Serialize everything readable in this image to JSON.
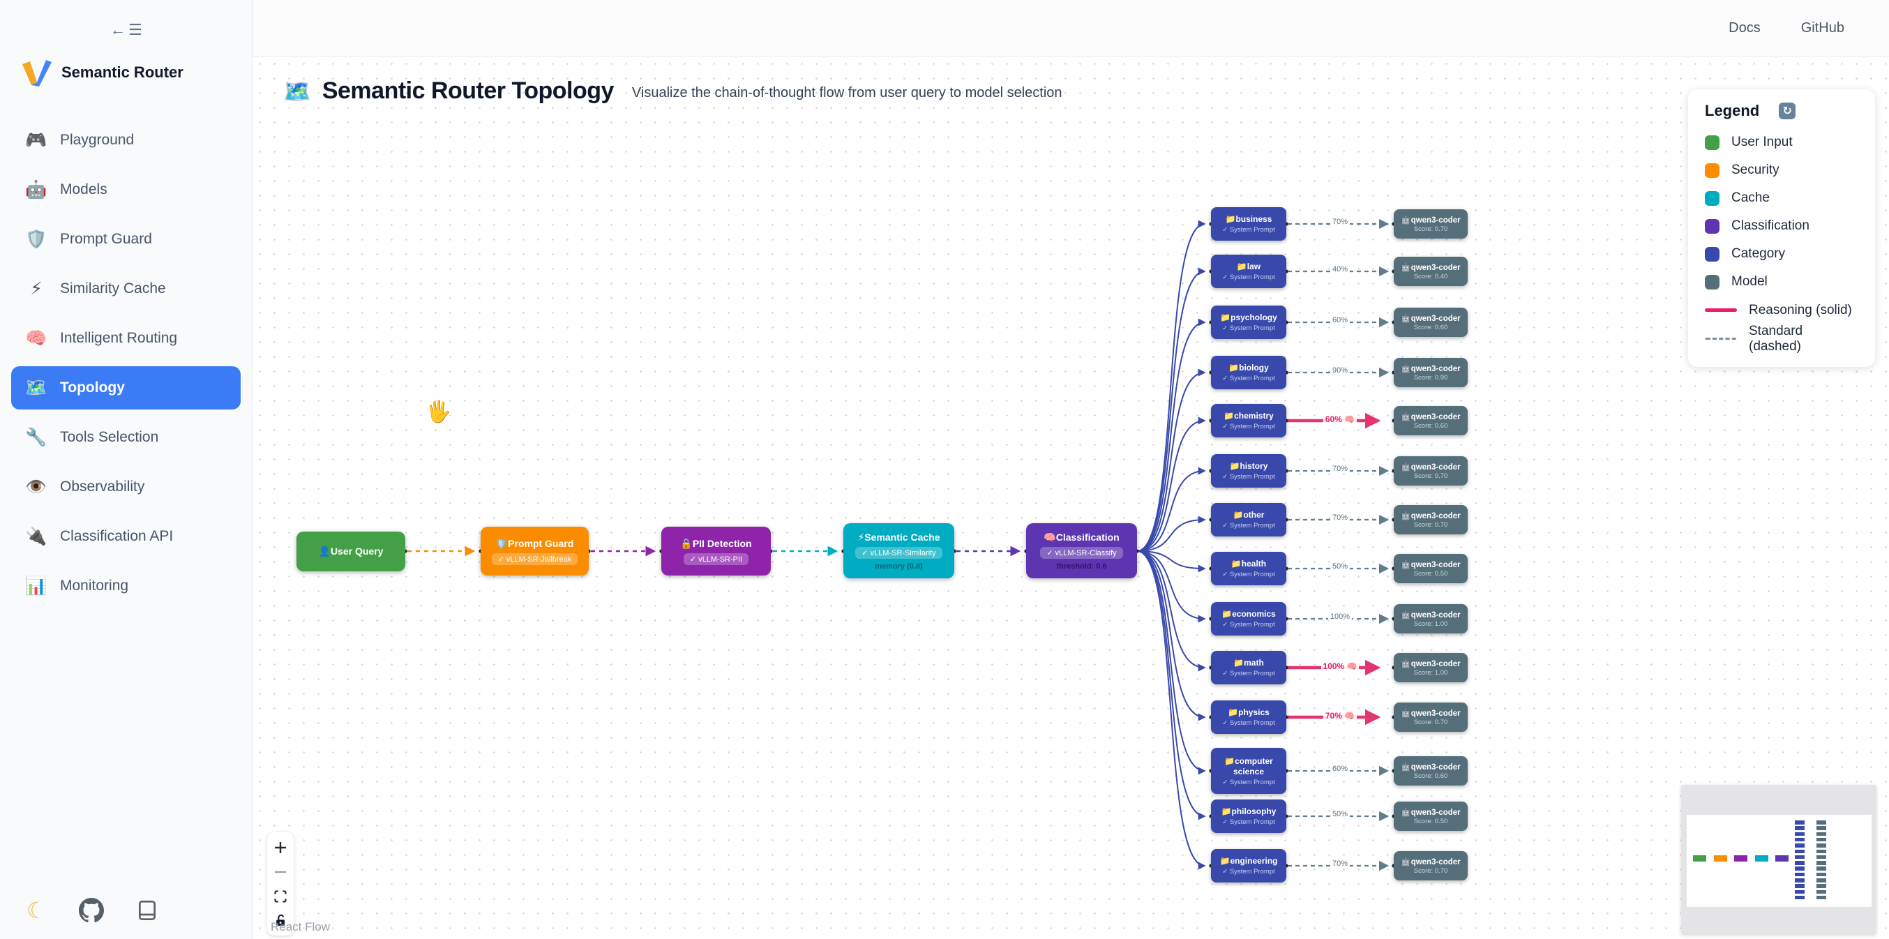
{
  "sidebar": {
    "logo_text": "Semantic Router",
    "items": [
      {
        "icon": "🎮",
        "label": "Playground",
        "active": false
      },
      {
        "icon": "🤖",
        "label": "Models",
        "active": false
      },
      {
        "icon": "🛡️",
        "label": "Prompt Guard",
        "active": false
      },
      {
        "icon": "⚡",
        "label": "Similarity Cache",
        "active": false
      },
      {
        "icon": "🧠",
        "label": "Intelligent Routing",
        "active": false
      },
      {
        "icon": "🗺️",
        "label": "Topology",
        "active": true
      },
      {
        "icon": "🔧",
        "label": "Tools Selection",
        "active": false
      },
      {
        "icon": "👁️",
        "label": "Observability",
        "active": false
      },
      {
        "icon": "🔌",
        "label": "Classification API",
        "active": false
      },
      {
        "icon": "📊",
        "label": "Monitoring",
        "active": false
      }
    ],
    "footer": {
      "theme_icon": "☾"
    }
  },
  "header": {
    "links": [
      "Docs",
      "GitHub"
    ]
  },
  "page": {
    "title_icon": "🗺️",
    "title": "Semantic Router Topology",
    "subtitle": "Visualize the chain-of-thought flow from user query to model selection"
  },
  "legend": {
    "title": "Legend",
    "refresh_icon": "↻",
    "items": [
      {
        "label": "User Input",
        "color": "#43a047"
      },
      {
        "label": "Security",
        "color": "#fb8c00"
      },
      {
        "label": "Cache",
        "color": "#00acc1"
      },
      {
        "label": "Classification",
        "color": "#5e35b1"
      },
      {
        "label": "Category",
        "color": "#3949ab"
      },
      {
        "label": "Model",
        "color": "#546e7a"
      }
    ],
    "lines": [
      {
        "label": "Reasoning (solid)",
        "color": "#e91e63",
        "dashed": false
      },
      {
        "label": "Standard (dashed)",
        "color": "#78909c",
        "dashed": true
      }
    ]
  },
  "flow": {
    "pipeline": [
      {
        "icon": "👤",
        "title": "User Query",
        "badge": "",
        "sub": "",
        "color": "#43a047"
      },
      {
        "icon": "🛡️",
        "title": "Prompt Guard",
        "badge": "✓ vLLM-SR-Jailbreak",
        "sub": "",
        "color": "#fb8c00"
      },
      {
        "icon": "🔒",
        "title": "PII Detection",
        "badge": "✓ vLLM-SR-PII",
        "sub": "",
        "color": "#8e24aa"
      },
      {
        "icon": "⚡",
        "title": "Semantic Cache",
        "badge": "✓ vLLM-SR-Similarity",
        "sub": "memory (0.8)",
        "color": "#00acc1"
      },
      {
        "icon": "🧠",
        "title": "Classification",
        "badge": "✓ vLLM-SR-Classify",
        "sub": "threshold: 0.6",
        "color": "#5e35b1"
      }
    ],
    "category_icon": "📁",
    "category_sub": "✓ System Prompt",
    "model_icon": "🤖",
    "model_name": "qwen3-coder",
    "edge_colors": {
      "standard": "#607d8b",
      "reasoning": "#e5356f",
      "fan": "#3949ab"
    },
    "rows": [
      {
        "category": "business",
        "label": "70%",
        "score": "Score: 0.70",
        "reasoning": false
      },
      {
        "category": "law",
        "label": "40%",
        "score": "Score: 0.40",
        "reasoning": false
      },
      {
        "category": "psychology",
        "label": "60%",
        "score": "Score: 0.60",
        "reasoning": false
      },
      {
        "category": "biology",
        "label": "90%",
        "score": "Score: 0.90",
        "reasoning": false
      },
      {
        "category": "chemistry",
        "label": "60% 🧠",
        "score": "Score: 0.60",
        "reasoning": true
      },
      {
        "category": "history",
        "label": "70%",
        "score": "Score: 0.70",
        "reasoning": false
      },
      {
        "category": "other",
        "label": "70%",
        "score": "Score: 0.70",
        "reasoning": false
      },
      {
        "category": "health",
        "label": "50%",
        "score": "Score: 0.50",
        "reasoning": false
      },
      {
        "category": "economics",
        "label": "100%",
        "score": "Score: 1.00",
        "reasoning": false
      },
      {
        "category": "math",
        "label": "100% 🧠",
        "score": "Score: 1.00",
        "reasoning": true
      },
      {
        "category": "physics",
        "label": "70% 🧠",
        "score": "Score: 0.70",
        "reasoning": true
      },
      {
        "category": "computer science",
        "label": "60%",
        "score": "Score: 0.60",
        "reasoning": false
      },
      {
        "category": "philosophy",
        "label": "50%",
        "score": "Score: 0.50",
        "reasoning": false
      },
      {
        "category": "engineering",
        "label": "70%",
        "score": "Score: 0.70",
        "reasoning": false
      }
    ]
  },
  "attribution": "React Flow"
}
